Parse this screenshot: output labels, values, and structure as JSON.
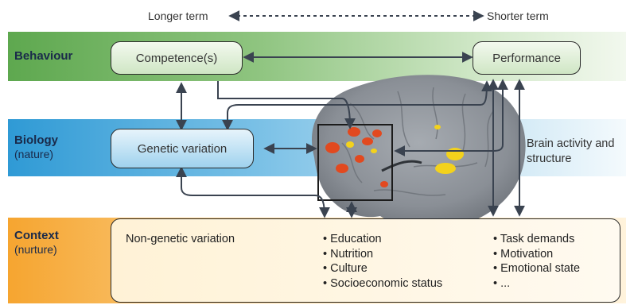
{
  "header": {
    "longer_term": "Longer term",
    "shorter_term": "Shorter term"
  },
  "bands": {
    "behaviour": {
      "title": "Behaviour"
    },
    "biology": {
      "title": "Biology",
      "subtitle": "(nature)"
    },
    "context": {
      "title": "Context",
      "subtitle": "(nurture)"
    }
  },
  "nodes": {
    "competence": "Competence(s)",
    "performance": "Performance",
    "genetic_variation": "Genetic variation",
    "brain_label_line1": "Brain activity and",
    "brain_label_line2": "structure"
  },
  "context_box": {
    "heading": "Non-genetic variation",
    "list_left": [
      "Education",
      "Nutrition",
      "Culture",
      "Socioeconomic status"
    ],
    "list_right": [
      "Task demands",
      "Motivation",
      "Emotional state",
      "..."
    ]
  },
  "colors": {
    "behaviour_band": "#5ea84f",
    "biology_band": "#2f9ad5",
    "context_band": "#f6a530",
    "brain_gray": "#8a8f96",
    "activation_red": "#e2491f",
    "activation_yellow": "#f3d21c",
    "arrow": "#3a4350"
  }
}
